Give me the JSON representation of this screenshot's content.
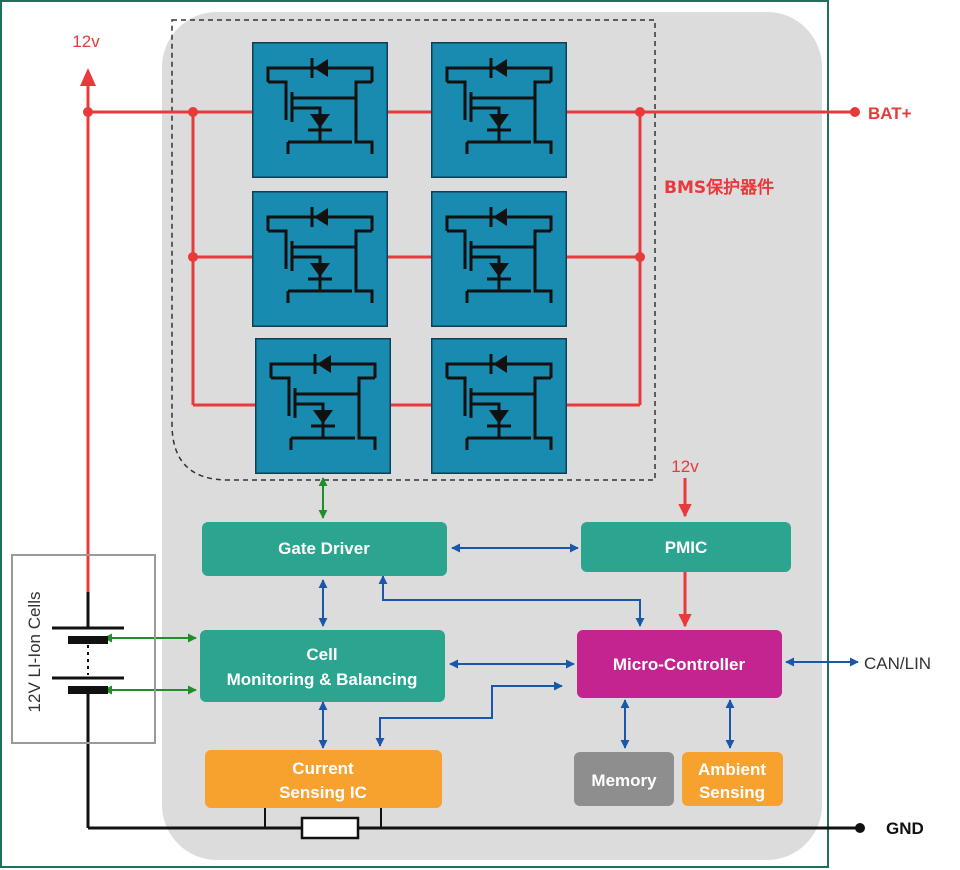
{
  "labels": {
    "v12_top": "12v",
    "bat_plus": "BAT+",
    "bms_devices": "BMS保护器件",
    "v12_pmic": "12v",
    "can_lin": "CAN/LIN",
    "gnd": "GND",
    "cells": "12V  LI-Ion Cells"
  },
  "blocks": {
    "gate_driver": "Gate Driver",
    "pmic": "PMIC",
    "cell_mon_line1": "Cell",
    "cell_mon_line2": "Monitoring & Balancing",
    "mcu": "Micro-Controller",
    "current_line1": "Current",
    "current_line2": "Sensing IC",
    "memory": "Memory",
    "ambient_line1": "Ambient",
    "ambient_line2": "Sensing"
  },
  "colors": {
    "power_line": "#e8393b",
    "signal_arrow": "#1b57a8",
    "cell_link_arrow": "#1f8f2a",
    "mosfet_fill": "#1a8bb0",
    "teal_block": "#2ba58f",
    "mcu_block": "#c4248f",
    "orange_block": "#f7a12e",
    "memory_block": "#8e8e8e",
    "panel": "#dcdcdc",
    "frame": "#1f6f5c"
  },
  "mosfet_count": 6
}
